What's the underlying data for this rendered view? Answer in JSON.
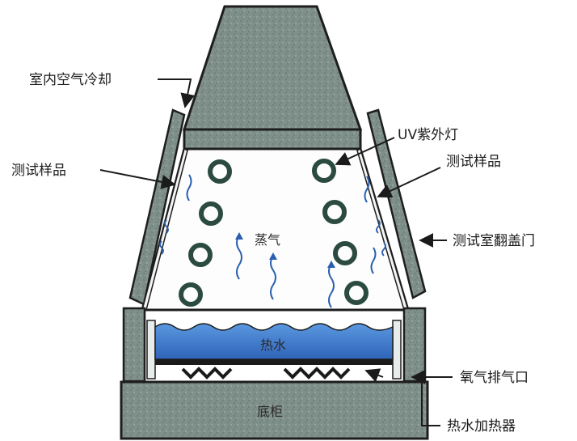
{
  "labels": {
    "indoor_air_cooling": "室内空气冷却",
    "uv_lamp": "UV紫外灯",
    "test_sample_left": "测试样品",
    "test_sample_right": "测试样品",
    "chamber_lid_door": "测试室翻盖门",
    "steam": "蒸气",
    "hot_water": "热水",
    "oxygen_vent": "氧气排气口",
    "base_cabinet": "底柜",
    "water_heater": "热水加热器"
  },
  "colors": {
    "stone": "#7f8f8a",
    "hot_water": "#3f7fd0",
    "heater": "#1a1a1a",
    "outline": "#1e1e1e",
    "chamber": "#fcfdfc",
    "lamp_ring": "#2b4a40"
  }
}
